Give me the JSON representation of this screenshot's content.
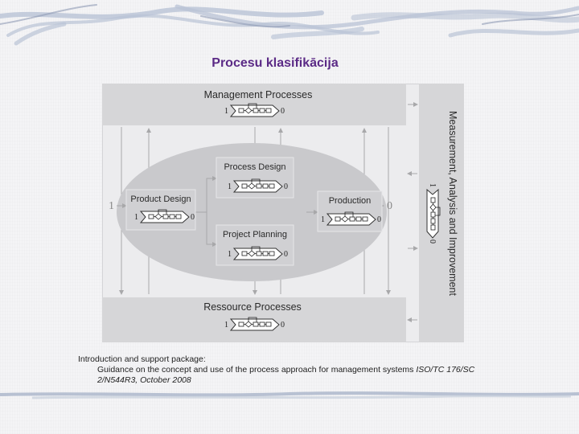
{
  "slide": {
    "title": "Procesu klasifikācija"
  },
  "diagram": {
    "top_band": "Management Processes",
    "bottom_band": "Ressource Processes",
    "side_band": "Measurement, Analysis and Improvement",
    "boxes": {
      "product_design": "Product Design",
      "process_design": "Process Design",
      "project_planning": "Project Planning",
      "production": "Production"
    },
    "io_in": "1",
    "io_out": "0",
    "colors": {
      "band": "#d6d6d8",
      "ellipse": "#c9c9cc",
      "box": "#d0d0d3",
      "arrow": "#a8a8aa"
    }
  },
  "caption": {
    "line1": "Introduction and support package:",
    "line2_plain": "Guidance on the concept and use of the process approach for management systems ",
    "line2_italic": "ISO/TC 176/SC",
    "line3": "2/N544R3, October 2008"
  }
}
